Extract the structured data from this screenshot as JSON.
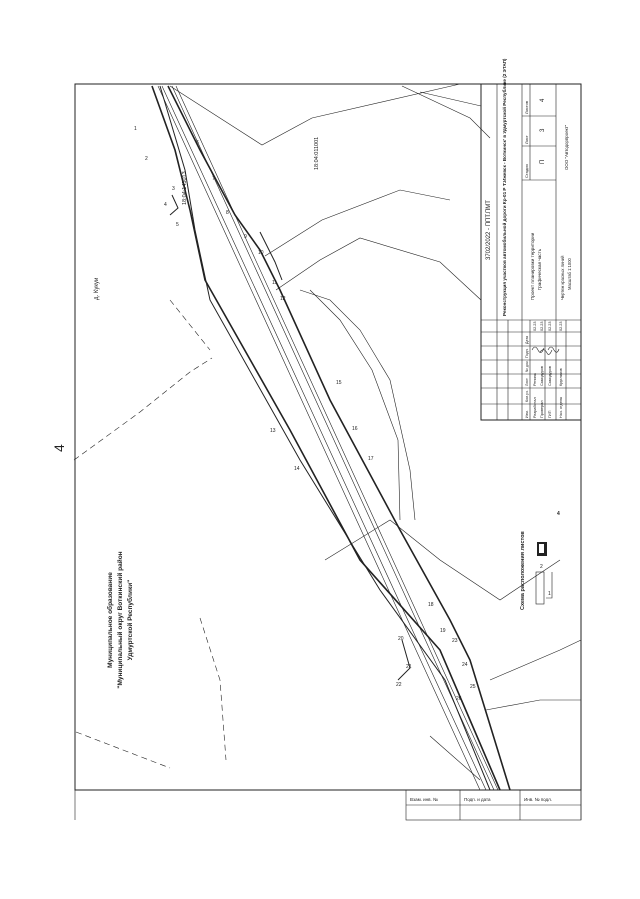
{
  "page_number": "4",
  "parcel_number_top": "18:04:145013",
  "parcel_number_right": "18:04:011001",
  "village": "д. Кукуи",
  "municipality": {
    "line1": "Муниципальное образование",
    "line2": "\"Муниципальный округ Воткинский район",
    "line3": "Удмуртской Республики\""
  },
  "scheme": {
    "title": "Схема расположения листов",
    "sheet_a": "1",
    "sheet_b": "2",
    "sheet_c": "4"
  },
  "stamp": {
    "code": "3702/2022 - ППТ.ПМТ",
    "project_title": "Реконструкция участков автомобильной дороги Кр-01 Р 'Г.Ижевск - Воткинск' в Удмуртской Республике (2 ЭТАП)",
    "stage_header": "Стадия",
    "sheet_header": "Лист",
    "sheets_header": "Листов",
    "stage": "П",
    "sheet": "3",
    "sheets": "4",
    "doc_title_1": "Проект планировки территории",
    "doc_title_2": "Графическая часть",
    "drawing_name_1": "Чертеж красных линий",
    "drawing_name_2": "Масштаб 1:1000",
    "organization": "ООО \"Автодорпроект\"",
    "col_headers": [
      "Изм.",
      "Кол.уч.",
      "Лист",
      "№ док.",
      "Подп.",
      "Дата"
    ],
    "roles": [
      {
        "role": "Разработал",
        "name": "Репина",
        "date": "02.23"
      },
      {
        "role": "Проверил",
        "name": "Самодуров",
        "date": "02.23"
      },
      {
        "role": "ГИП",
        "name": "Самодуров",
        "date": "02.23"
      },
      {
        "role": "Нач. отдела",
        "name": "Кругликов",
        "date": "02.23"
      }
    ]
  },
  "margin_labels": [
    "Взам. инв. №",
    "Подп. и дата",
    "Инв. № подл."
  ],
  "point_labels": {
    "p1": "1",
    "p2": "2",
    "p3": "3",
    "p4": "4",
    "p5": "5",
    "p6": "6",
    "p7": "7",
    "p8": "8",
    "p9": "9",
    "p10": "10",
    "p11": "11",
    "p12": "12",
    "p13": "13",
    "p14": "14",
    "p15": "15",
    "p16": "16",
    "p17": "17",
    "p18": "18",
    "p19": "19",
    "p20": "20",
    "p21": "21",
    "p22": "22",
    "p23": "23",
    "p24": "24",
    "p25": "25",
    "p26": "26"
  }
}
